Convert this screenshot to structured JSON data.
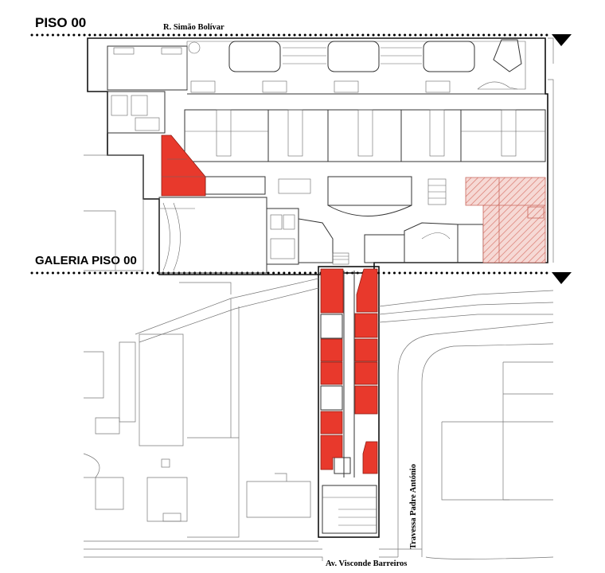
{
  "plan": {
    "title_floor": "PISO 00",
    "title_gallery": "GALERIA PISO 00",
    "street_top": "R. Simão Bolívar",
    "street_bottom": "Av. Visconde Barreiros",
    "street_side": "Travessa Padre António"
  },
  "colors": {
    "highlight": "#e8392c",
    "highlight_hatch": "#e8a19a",
    "line": "#333333",
    "marker": "#000000"
  },
  "legend_icons": [
    "section-marker-triangle-icon",
    "section-cut-dotted-line"
  ]
}
